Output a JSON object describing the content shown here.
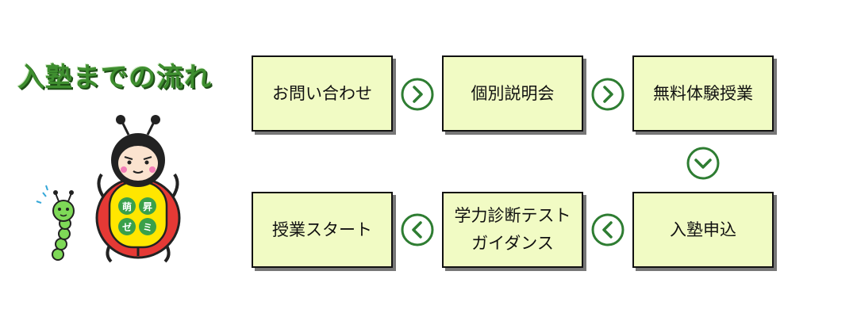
{
  "title": "入塾までの流れ",
  "steps": [
    {
      "label": "お問い合わせ"
    },
    {
      "label": "個別説明会"
    },
    {
      "label": "無料体験授業"
    },
    {
      "label": "入塾申込"
    },
    {
      "label": "学力診断テスト\nガイダンス"
    },
    {
      "label": "授業スタート"
    }
  ],
  "mascot": {
    "badge_chars": [
      "萌",
      "昇",
      "ゼ",
      "ミ"
    ]
  },
  "colors": {
    "title_green": "#3e8e2f",
    "box_fill": "#f1fbc4",
    "arrow_green": "#2e7d32"
  },
  "icons": [
    "chevron-right-icon",
    "chevron-down-icon",
    "chevron-left-icon"
  ]
}
